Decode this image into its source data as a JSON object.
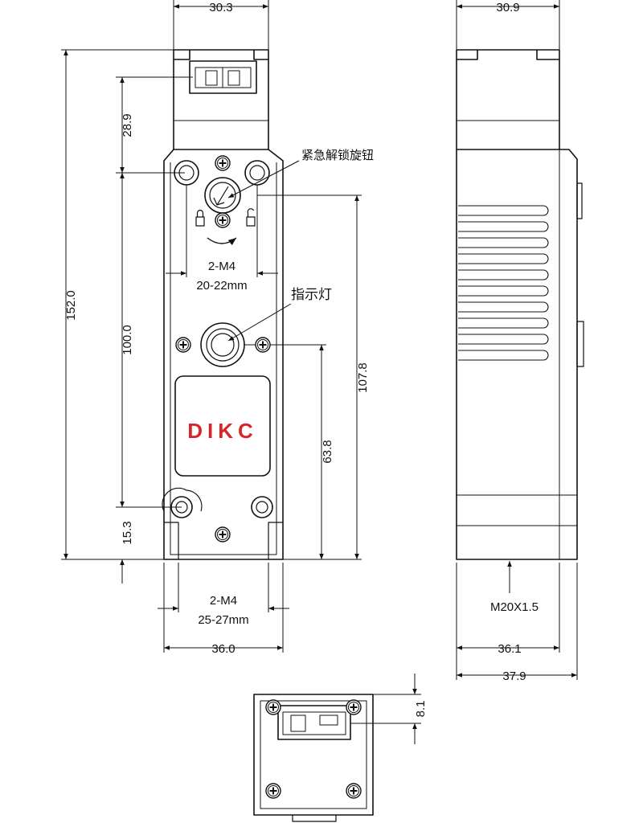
{
  "brand": {
    "text": "DIKC",
    "color": "#d6262c"
  },
  "callouts": {
    "emergency_release_knob": "紧急解锁旋钮",
    "indicator_light": "指示灯"
  },
  "dimensions": {
    "front_top_width": "30.3",
    "side_top_width": "30.9",
    "front_total_height": "152.0",
    "top_offset": "28.9",
    "mounting_pitch": "100.0",
    "right_height": "107.8",
    "indicator_height": "63.8",
    "bottom_offset": "15.3",
    "front_width": "36.0",
    "side_width_inner": "36.1",
    "side_width_outer": "37.9",
    "bottom_view_offset": "8.1"
  },
  "notes": {
    "top_holes_count": "2-M4",
    "top_holes_spacing": "20-22mm",
    "bottom_holes_count": "2-M4",
    "bottom_holes_spacing": "25-27mm",
    "cable_thread": "M20X1.5"
  },
  "colors": {
    "line": "#111111",
    "brand": "#d6262c"
  }
}
